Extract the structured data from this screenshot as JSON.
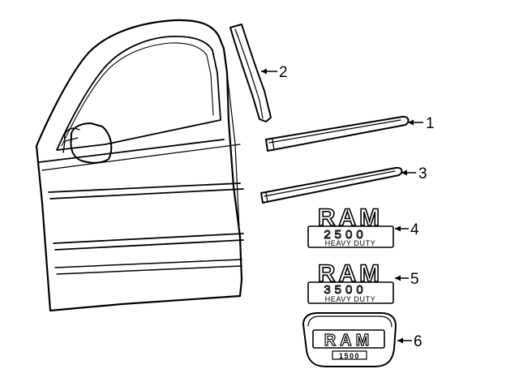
{
  "callouts": [
    {
      "id": "1",
      "label": "1",
      "part": "belt-molding-front"
    },
    {
      "id": "2",
      "label": "2",
      "part": "applique-pillar"
    },
    {
      "id": "3",
      "label": "3",
      "part": "belt-molding-rear"
    },
    {
      "id": "4",
      "label": "4",
      "part": "emblem-2500"
    },
    {
      "id": "5",
      "label": "5",
      "part": "emblem-3500"
    },
    {
      "id": "6",
      "label": "6",
      "part": "emblem-ram-1500"
    }
  ],
  "emblems": {
    "e2500": {
      "brand": "RAM",
      "model": "2500",
      "tag": "HEAVY DUTY"
    },
    "e3500": {
      "brand": "RAM",
      "model": "3500",
      "tag": "HEAVY DUTY"
    },
    "e1500": {
      "brand": "RAM",
      "model": "1500"
    }
  }
}
